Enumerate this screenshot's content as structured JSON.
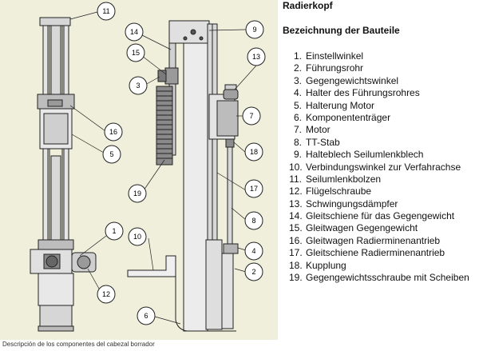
{
  "legend": {
    "title": "Radierkopf",
    "subtitle": "Bezeichnung der Bauteile",
    "items": [
      {
        "num": "1.",
        "label": "Einstellwinkel"
      },
      {
        "num": "2.",
        "label": "Führungsrohr"
      },
      {
        "num": "3.",
        "label": "Gegengewichtswinkel"
      },
      {
        "num": "4.",
        "label": "Halter des Führungsrohres"
      },
      {
        "num": "5.",
        "label": "Halterung Motor"
      },
      {
        "num": "6.",
        "label": "Komponententräger"
      },
      {
        "num": "7.",
        "label": "Motor"
      },
      {
        "num": "8.",
        "label": "TT-Stab"
      },
      {
        "num": "9.",
        "label": "Halteblech Seilumlenkblech"
      },
      {
        "num": "10.",
        "label": "Verbindungswinkel zur Verfahrachse"
      },
      {
        "num": "11.",
        "label": "Seilumlenkbolzen"
      },
      {
        "num": "12.",
        "label": "Flügelschraube"
      },
      {
        "num": "13.",
        "label": "Schwingungsdämpfer"
      },
      {
        "num": "14.",
        "label": "Gleitschiene für das Gegengewicht"
      },
      {
        "num": "15.",
        "label": "Gleitwagen Gegengewicht"
      },
      {
        "num": "16.",
        "label": "Gleitwagen Radierminenantrieb"
      },
      {
        "num": "17.",
        "label": "Gleitschiene Radierminenantrieb"
      },
      {
        "num": "18.",
        "label": "Kupplung"
      },
      {
        "num": "19.",
        "label": "Gegengewichtsschraube mit Scheiben"
      }
    ]
  },
  "callouts": {
    "c1": "1",
    "c2": "2",
    "c3": "3",
    "c4": "4",
    "c5": "5",
    "c6": "6",
    "c7": "7",
    "c8": "8",
    "c9": "9",
    "c10": "10",
    "c11": "11",
    "c12": "12",
    "c13": "13",
    "c14": "14",
    "c15": "15",
    "c16": "16",
    "c17": "17",
    "c18": "18",
    "c19": "19"
  },
  "caption": "Descripción de los componentes del cabezal borrador",
  "colors": {
    "drawing_background": "#efefdc",
    "line": "#222222",
    "part_fill_light": "#e8e8e8",
    "part_fill_mid": "#bfbfbf",
    "part_fill_dark": "#7a7a7a"
  }
}
